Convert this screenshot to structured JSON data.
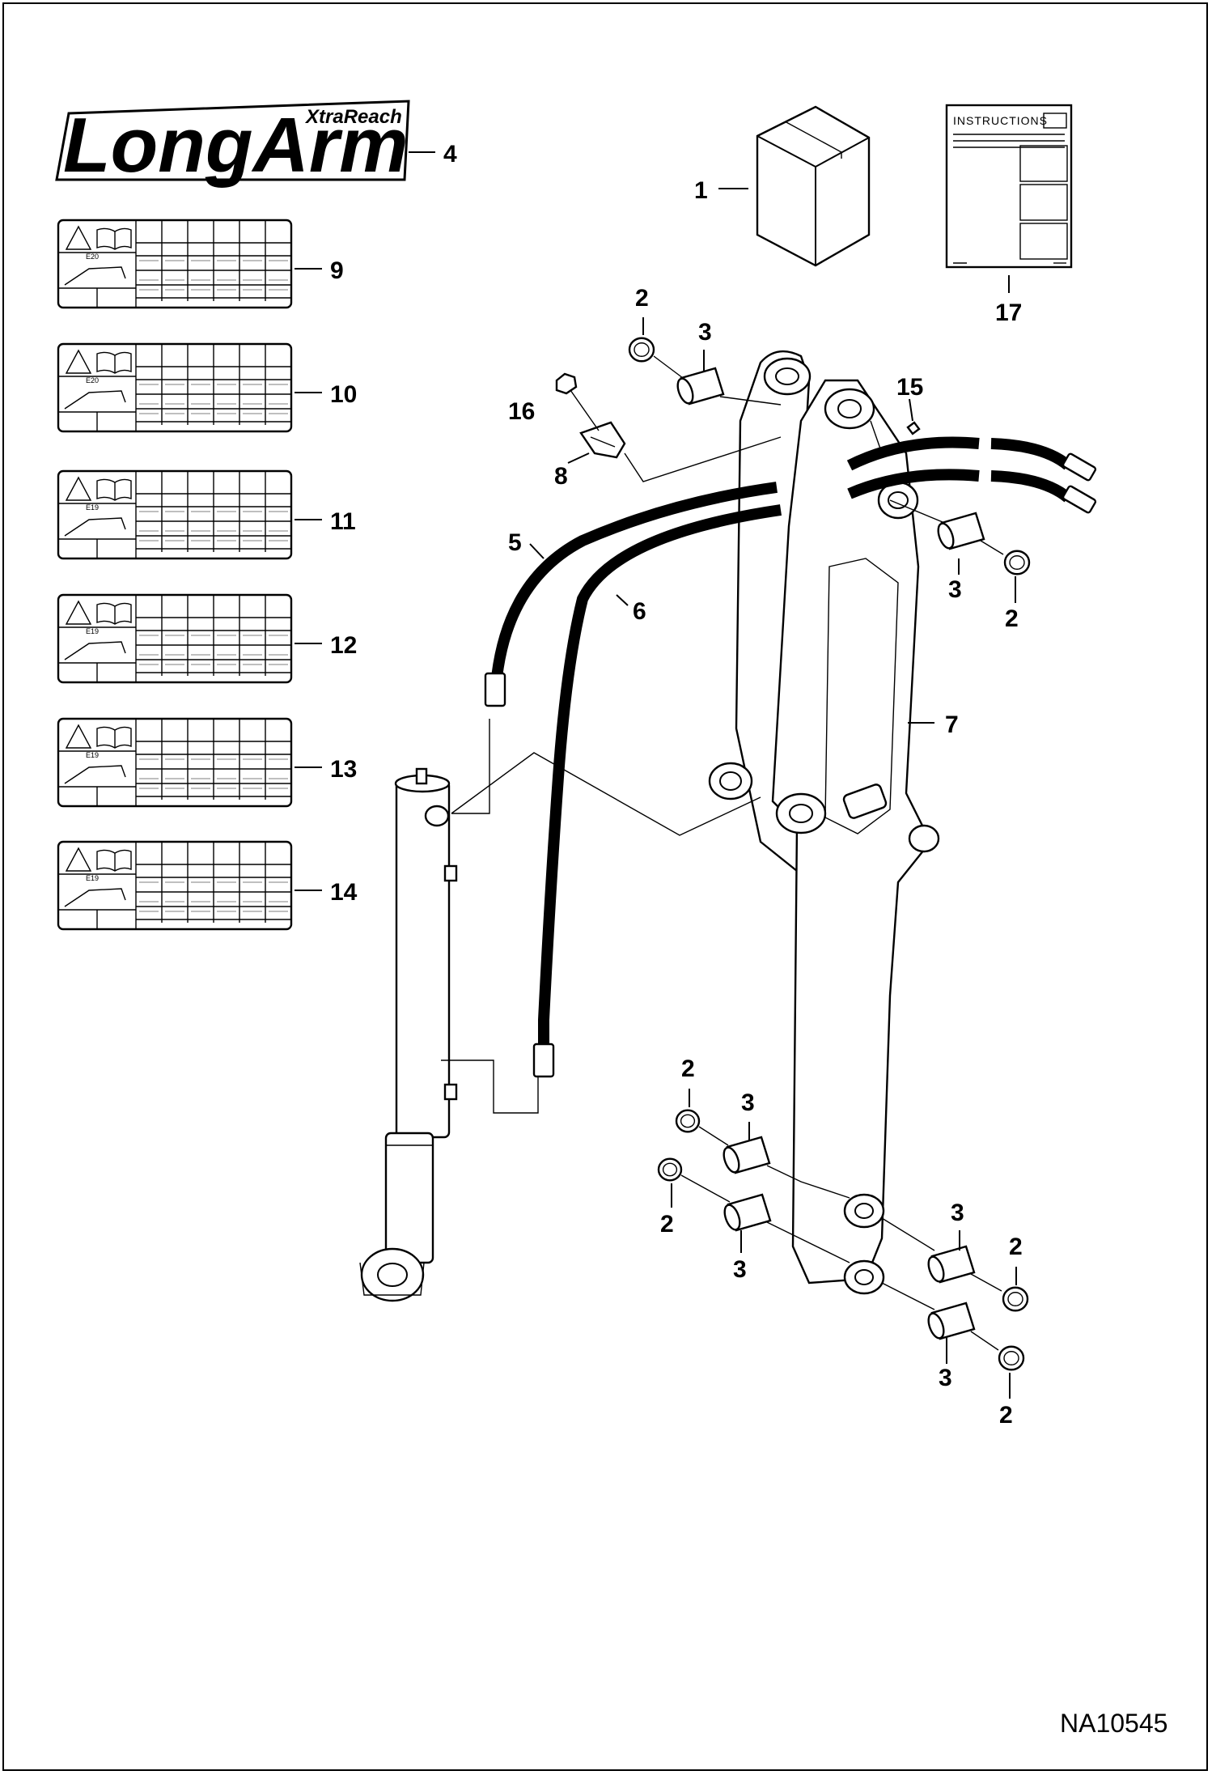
{
  "logo": {
    "main": "LongArm",
    "sub": "XtraReach",
    "callout": "4"
  },
  "instructions_label": "INSTRUCTIONS",
  "decal_codes": [
    "E20",
    "E20",
    "E19",
    "E19",
    "E19",
    "E19"
  ],
  "decal_callouts": [
    "9",
    "10",
    "11",
    "12",
    "13",
    "14"
  ],
  "callouts": {
    "kit_box": "1",
    "instructions": "17",
    "washer": "2",
    "bushing": "3",
    "hose_a": "5",
    "hose_b": "6",
    "arm": "7",
    "clamp": "8",
    "bolt": "16",
    "fitting": "15"
  },
  "document_id": "NA10545",
  "colors": {
    "line": "#000000",
    "background": "#ffffff"
  }
}
